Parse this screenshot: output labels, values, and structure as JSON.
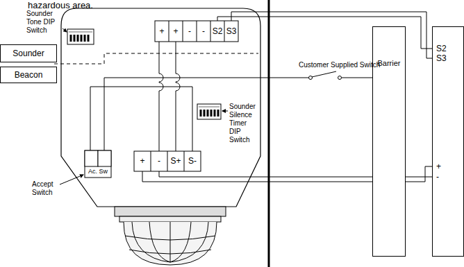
{
  "diagram": {
    "nodes": [
      {
        "text": [
          "Sounder"
        ]
      },
      {
        "text": [
          "Beacon"
        ]
      },
      {
        "text": [
          "Barrier"
        ]
      },
      {
        "text": [
          "S2",
          "S3",
          "+",
          "-"
        ]
      }
    ],
    "labels": [
      "hazardous area.",
      "Sounder Tone DIP Switch",
      "+",
      "+",
      "-",
      "-",
      "S2",
      "S3",
      "Sounder Silence Timer DIP Switch",
      "+",
      "-",
      "S+",
      "S-",
      "Ac. Sw",
      "Accept Switch",
      "Customer Supplied Switch"
    ]
  }
}
